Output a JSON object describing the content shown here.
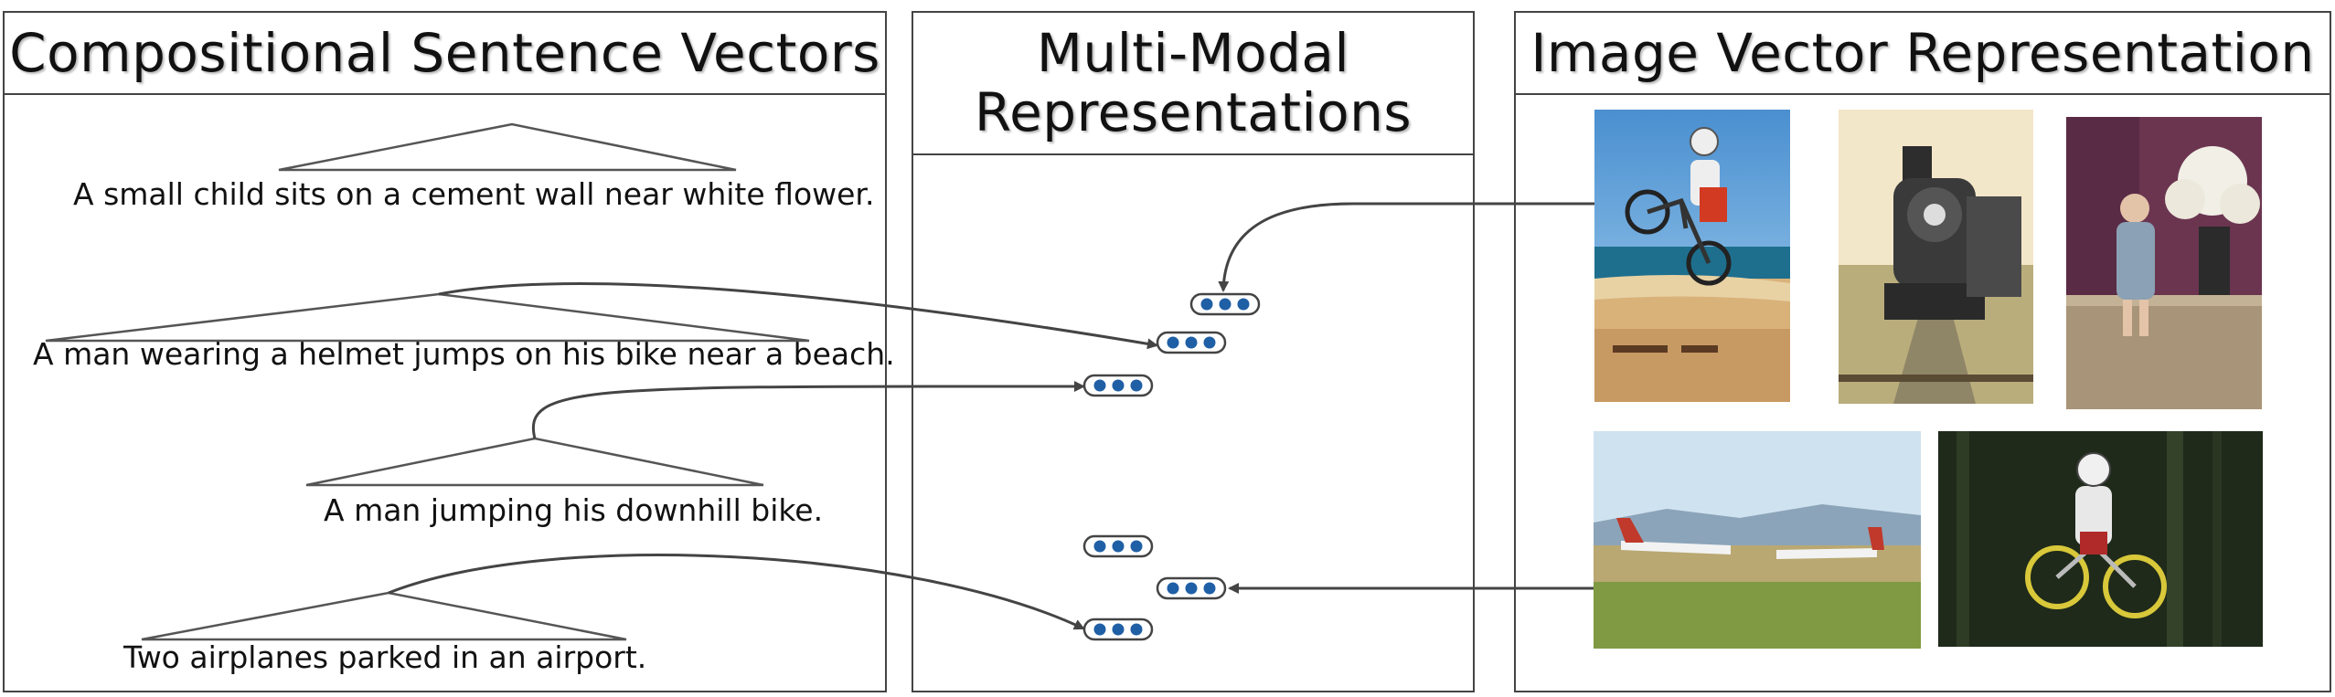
{
  "panels": {
    "left": {
      "title": "Compositional Sentence Vectors"
    },
    "middle": {
      "title_line1": "Multi-Modal",
      "title_line2": "Representations"
    },
    "right": {
      "title": "Image Vector Representation"
    }
  },
  "sentences": [
    "A small child sits on a cement wall near white flower.",
    "A man wearing a helmet jumps on his bike near a beach.",
    "A man jumping his downhill bike.",
    "Two airplanes parked in an airport."
  ],
  "colors": {
    "node_fill": "#1f5fa6",
    "line": "#444444",
    "border": "#444444"
  },
  "images": [
    {
      "name": "bike-jump-beach-photo"
    },
    {
      "name": "steam-locomotive-photo"
    },
    {
      "name": "child-with-flowers-photo"
    },
    {
      "name": "airplanes-airport-photo"
    },
    {
      "name": "downhill-bike-forest-photo"
    }
  ]
}
